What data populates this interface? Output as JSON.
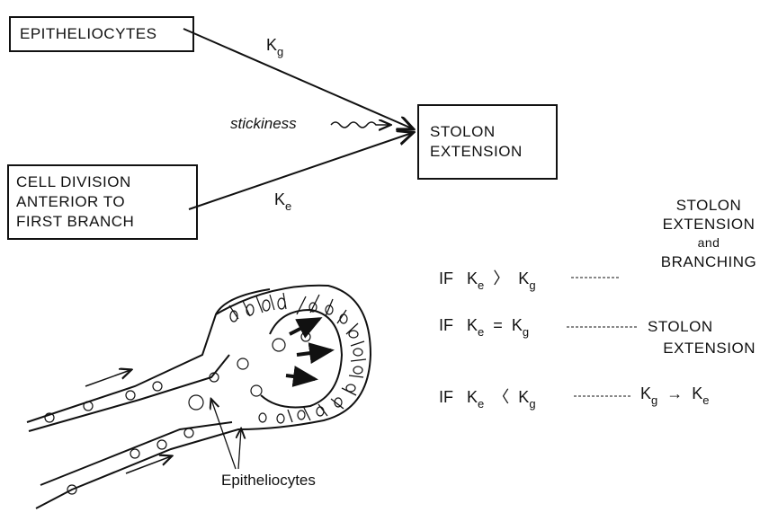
{
  "boxes": {
    "epitheliocytes": "EPITHELIOCYTES",
    "stolon_line1": "STOLON",
    "stolon_line2": "EXTENSION",
    "cell_line1": "CELL DIVISION",
    "cell_line2": "ANTERIOR TO",
    "cell_line3": "FIRST BRANCH"
  },
  "arrows": {
    "kg_main": "K",
    "kg_sub": "g",
    "ke_main": "K",
    "ke_sub": "e",
    "stickiness": "stickiness"
  },
  "rules": {
    "if_label": "IF",
    "k": "K",
    "sub_e": "e",
    "sub_g": "g",
    "gt": "〉",
    "eq": "=",
    "lt": "〈",
    "arrow": "→",
    "outcome1_line1": "STOLON",
    "outcome1_line2": "EXTENSION",
    "outcome1_line3": "and",
    "outcome1_line4": "BRANCHING",
    "outcome2_line1": "STOLON",
    "outcome2_line2": "EXTENSION"
  },
  "illustration": {
    "label": "Epitheliocytes"
  }
}
